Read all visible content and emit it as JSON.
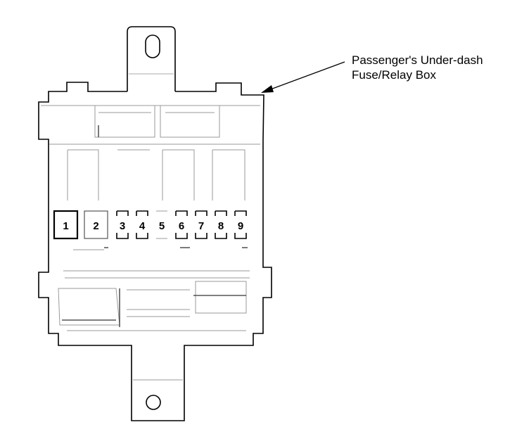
{
  "callout": {
    "line1": "Passenger's Under-dash",
    "line2": "Fuse/Relay Box"
  },
  "fuses": [
    "1",
    "2",
    "3",
    "4",
    "5",
    "6",
    "7",
    "8",
    "9"
  ]
}
